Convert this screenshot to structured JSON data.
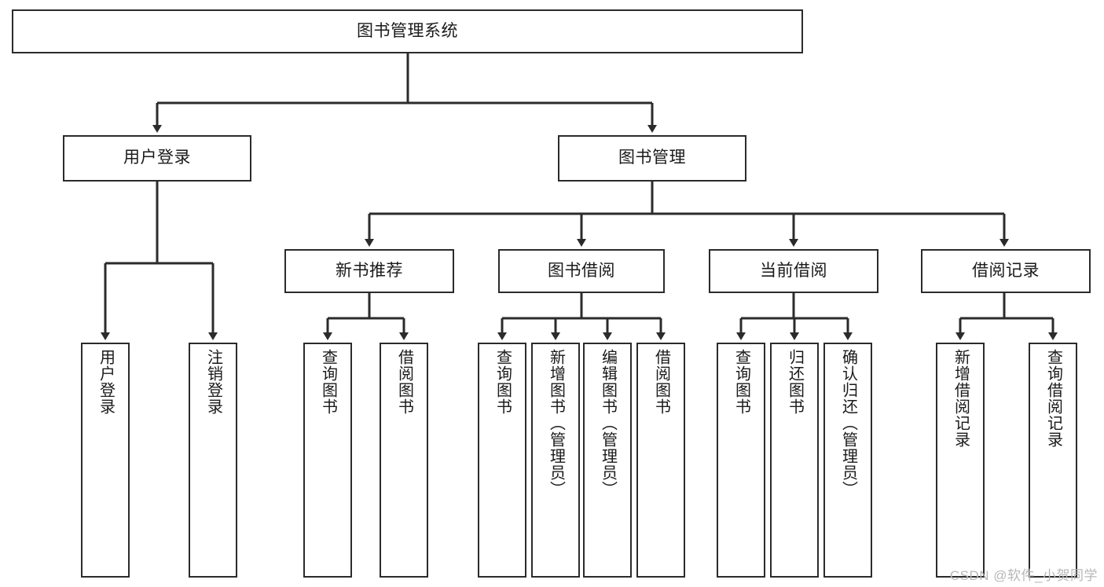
{
  "diagram": {
    "type": "tree-hierarchy",
    "title": "图书管理系统",
    "root": {
      "id": "root",
      "label": "图书管理系统"
    },
    "level2": [
      {
        "id": "user-login",
        "label": "用户登录"
      },
      {
        "id": "book-manage",
        "label": "图书管理"
      }
    ],
    "level3": [
      {
        "id": "new-book-recommend",
        "label": "新书推荐",
        "parent": "book-manage"
      },
      {
        "id": "book-borrow",
        "label": "图书借阅",
        "parent": "book-manage"
      },
      {
        "id": "current-borrow",
        "label": "当前借阅",
        "parent": "book-manage"
      },
      {
        "id": "borrow-record",
        "label": "借阅记录",
        "parent": "book-manage"
      }
    ],
    "leaves": {
      "user-login": [
        {
          "id": "leaf-user-login",
          "label": "用户登录"
        },
        {
          "id": "leaf-logout",
          "label": "注销登录"
        }
      ],
      "new-book-recommend": [
        {
          "id": "leaf-query-book-1",
          "label": "查询图书"
        },
        {
          "id": "leaf-borrow-book-1",
          "label": "借阅图书"
        }
      ],
      "book-borrow": [
        {
          "id": "leaf-query-book-2",
          "label": "查询图书"
        },
        {
          "id": "leaf-add-book",
          "label": "新增图书（管理员）"
        },
        {
          "id": "leaf-edit-book",
          "label": "编辑图书（管理员）"
        },
        {
          "id": "leaf-borrow-book-2",
          "label": "借阅图书"
        }
      ],
      "current-borrow": [
        {
          "id": "leaf-query-book-3",
          "label": "查询图书"
        },
        {
          "id": "leaf-return-book",
          "label": "归还图书"
        },
        {
          "id": "leaf-confirm-return",
          "label": "确认归还（管理员）"
        }
      ],
      "borrow-record": [
        {
          "id": "leaf-add-record",
          "label": "新增借阅记录"
        },
        {
          "id": "leaf-query-record",
          "label": "查询借阅记录"
        }
      ]
    }
  },
  "watermark": {
    "text": "CSDN @软件_小贺同学"
  },
  "colors": {
    "stroke": "#2b2b2b",
    "fill": "#ffffff",
    "text": "#1a1a1a",
    "watermark": "#b7b7b7"
  }
}
